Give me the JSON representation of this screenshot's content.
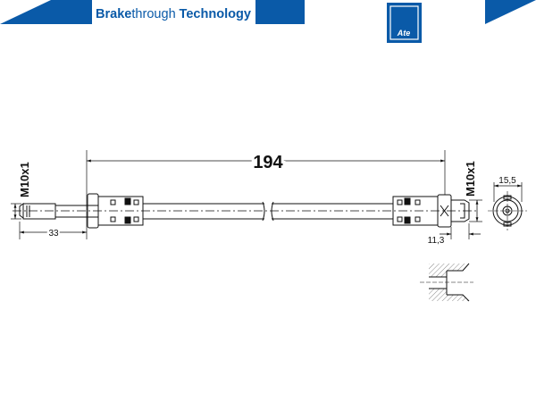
{
  "header": {
    "brand_bold_1": "Brake",
    "brand_light": "through",
    "brand_bold_2": "Technology",
    "logo_text": "Ate",
    "brand_color": "#0a5aa8"
  },
  "drawing": {
    "length_label": "194",
    "left_thread_label": "M10x1",
    "right_thread_label": "M10x1",
    "left_fitting_length": "33",
    "right_fitting_length": "11,3",
    "hex_width": "15,5"
  }
}
